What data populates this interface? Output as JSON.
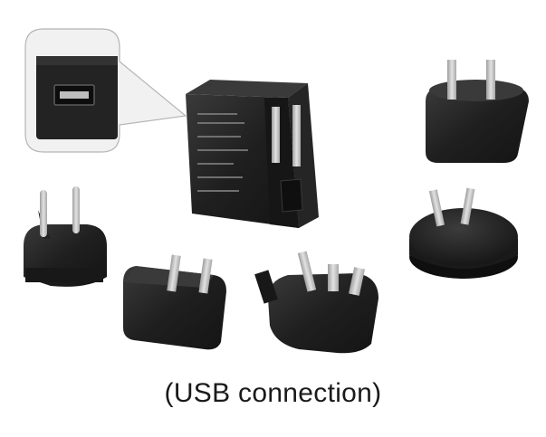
{
  "caption": "(USB connection)",
  "colors": {
    "background": "#ffffff",
    "plastic": "#1f1f1f",
    "plastic_highlight": "#3a3a3a",
    "metal_prong": "#c9c9c9",
    "callout_bg": "#ececec"
  },
  "objects": [
    "usb-charger-body",
    "usb-port-callout",
    "us-folding-plug",
    "eu-plug-adapter",
    "us-plug-adapter",
    "uk-plug-adapter",
    "au-plug-adapter",
    "cn-plug-adapter"
  ]
}
